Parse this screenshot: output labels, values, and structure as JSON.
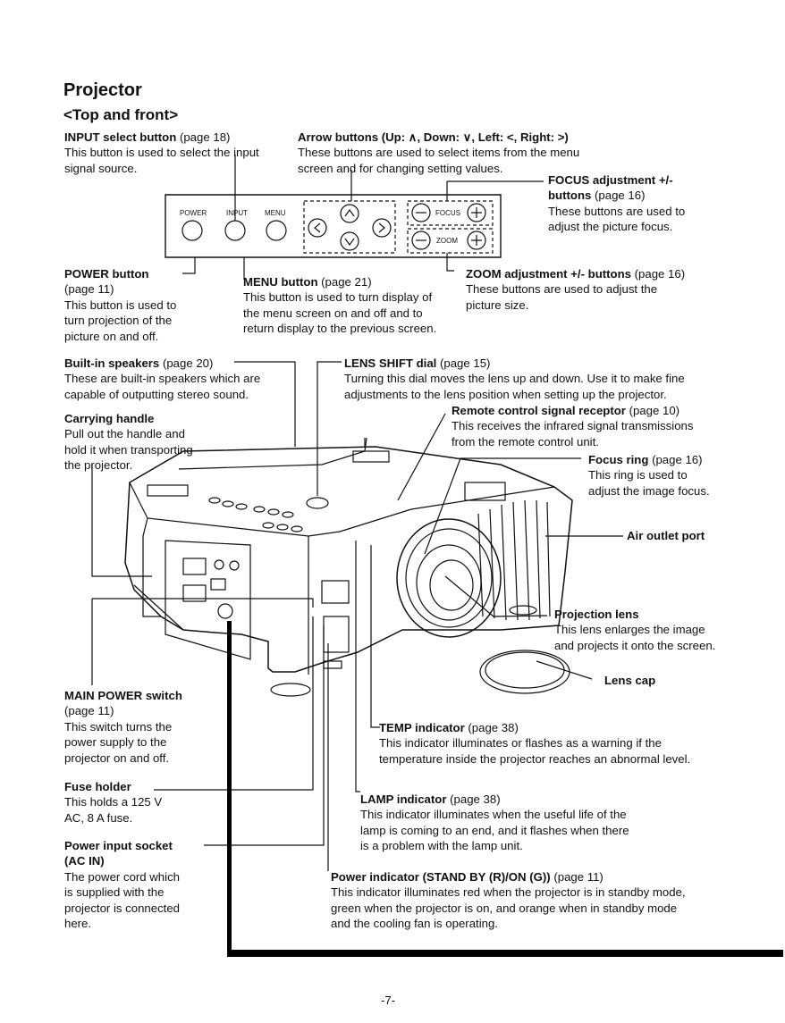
{
  "page": {
    "title": "Projector",
    "subtitle": "<Top and front>",
    "page_number": "-7-"
  },
  "panel": {
    "power_label": "POWER",
    "input_label": "INPUT",
    "menu_label": "MENU",
    "focus_label": "FOCUS",
    "zoom_label": "ZOOM"
  },
  "callouts": {
    "input": {
      "title": "INPUT select button",
      "ref": " (page 18)",
      "lines": [
        "This button is used to select the input",
        "signal source."
      ]
    },
    "arrow": {
      "title": "Arrow buttons (Up: ∧, Down: ∨, Left: <, Right: >)",
      "lines": [
        "These buttons are used to select items from the menu",
        "screen and for changing setting values."
      ]
    },
    "focus_adj": {
      "title1": "FOCUS adjustment +/-",
      "title2": "buttons",
      "ref": " (page 16)",
      "lines": [
        "These buttons are used to",
        "adjust the picture focus."
      ]
    },
    "power_btn": {
      "title": "POWER button",
      "lines": [
        "(page 11)",
        "This button is used to",
        "turn projection of the",
        "picture on and off."
      ]
    },
    "menu_btn": {
      "title": "MENU button",
      "ref": " (page 21)",
      "lines": [
        "This button is used to turn display of",
        "the menu screen on and off and to",
        "return display to the previous screen."
      ]
    },
    "zoom_adj": {
      "title": "ZOOM adjustment +/- buttons",
      "ref": " (page 16)",
      "lines": [
        "These buttons are used to adjust the",
        "picture size."
      ]
    },
    "speakers": {
      "title": "Built-in speakers",
      "ref": " (page 20)",
      "lines": [
        "These are built-in speakers which are",
        "capable of outputting stereo sound."
      ]
    },
    "lens_shift": {
      "title": "LENS SHIFT dial",
      "ref": " (page 15)",
      "lines": [
        "Turning this dial moves the lens up and down. Use it to make fine",
        "adjustments to the lens position when setting up the projector."
      ]
    },
    "remote": {
      "title": "Remote control signal receptor",
      "ref": " (page 10)",
      "lines": [
        "This receives the infrared signal transmissions",
        "from the remote control unit."
      ]
    },
    "handle": {
      "title": "Carrying handle",
      "lines": [
        "Pull out the handle and",
        "hold it when transporting",
        "the projector."
      ]
    },
    "focus_ring": {
      "title": "Focus ring",
      "ref": " (page 16)",
      "lines": [
        "This ring is used to",
        "adjust the image focus."
      ]
    },
    "air": {
      "title": "Air outlet port"
    },
    "proj_lens": {
      "title": "Projection lens",
      "lines": [
        "This lens enlarges the image",
        "and projects it onto the screen."
      ]
    },
    "lens_cap": {
      "title": "Lens cap"
    },
    "main_power": {
      "title": "MAIN POWER switch",
      "lines": [
        "(page 11)",
        "This switch turns the",
        "power supply to the",
        "projector on and off."
      ]
    },
    "temp": {
      "title": "TEMP indicator",
      "ref": " (page 38)",
      "lines": [
        "This indicator illuminates or flashes as a warning if the",
        "temperature inside the projector reaches an abnormal level."
      ]
    },
    "fuse": {
      "title": "Fuse holder",
      "lines": [
        "This holds a 125 V",
        "AC, 8 A fuse."
      ]
    },
    "lamp": {
      "title": "LAMP indicator",
      "ref": " (page 38)",
      "lines": [
        "This indicator illuminates when the useful life of the",
        "lamp is coming to an end, and it flashes when there",
        "is a problem with the lamp unit."
      ]
    },
    "socket": {
      "title1": "Power input socket",
      "title2": "(AC IN)",
      "lines": [
        "The power cord which",
        "is supplied with the",
        "projector is connected",
        "here."
      ]
    },
    "power_ind": {
      "title": "Power indicator (STAND BY (R)/ON (G))",
      "ref": " (page 11)",
      "lines": [
        "This indicator illuminates red when the projector is in standby mode,",
        "green when the projector is on, and orange when in standby mode",
        "and the cooling fan is operating."
      ]
    }
  }
}
